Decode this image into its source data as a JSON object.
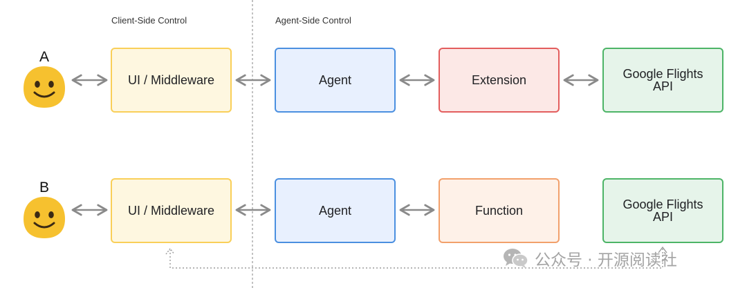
{
  "regions": {
    "client_label": "Client-Side Control",
    "agent_label": "Agent-Side Control"
  },
  "rows": [
    {
      "letter": "A",
      "boxes": {
        "middleware": "UI / Middleware",
        "agent": "Agent",
        "tool": "Extension",
        "api": "Google Flights\nAPI"
      }
    },
    {
      "letter": "B",
      "boxes": {
        "middleware": "UI / Middleware",
        "agent": "Agent",
        "tool": "Function",
        "api": "Google Flights\nAPI"
      }
    }
  ],
  "watermark": {
    "text": "公众号 · 开源阅读社",
    "icon": "wechat-icon"
  },
  "colors": {
    "middleware": "#f9cf58",
    "agent": "#4a8fe0",
    "extension": "#e35d5d",
    "function": "#f2a06b",
    "api": "#4cb466",
    "arrow": "#8a8a8a",
    "smiley": "#f6c12f"
  }
}
